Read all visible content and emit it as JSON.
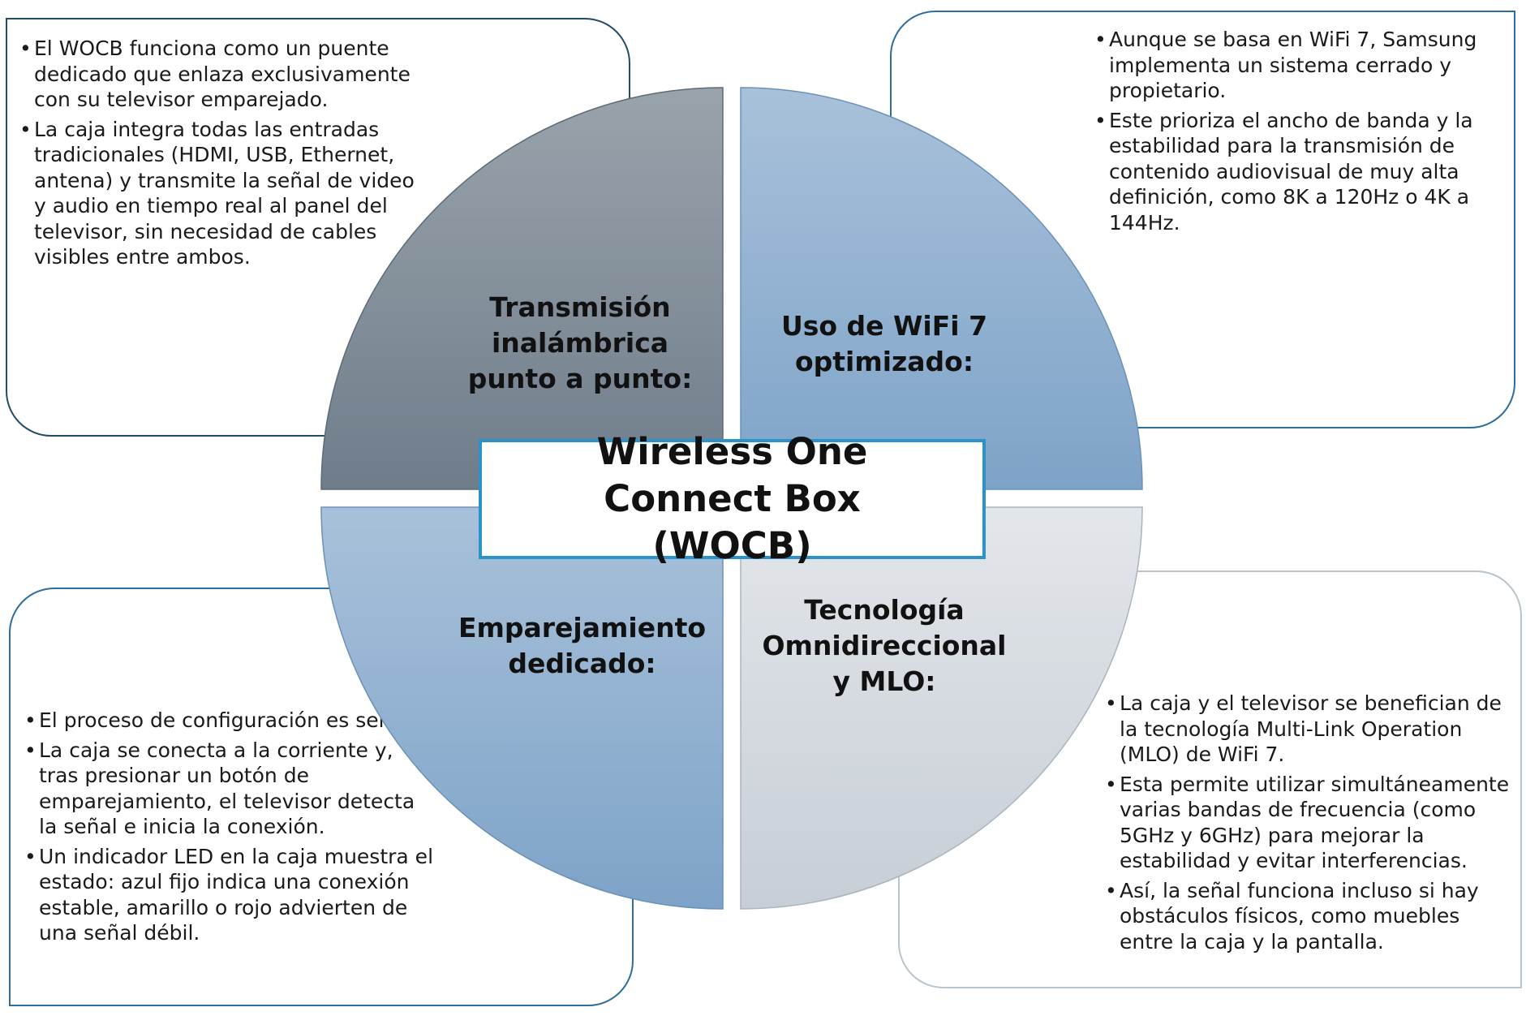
{
  "center": {
    "title": "Wireless One Connect Box (WOCB)"
  },
  "segments": {
    "top_left": {
      "label": "Transmisión inalámbrica punto a punto:"
    },
    "top_right": {
      "label": "Uso de WiFi 7 optimizado:"
    },
    "bottom_left": {
      "label": "Emparejamiento dedicado:"
    },
    "bottom_right": {
      "label": "Tecnología Omnidireccional y MLO:"
    }
  },
  "cards": {
    "top_left": {
      "bullets": [
        "El WOCB funciona como un puente dedicado que enlaza exclusivamente con su televisor emparejado.",
        "La caja integra todas las entradas tradicionales (HDMI, USB, Ethernet, antena) y transmite la señal de video y audio en tiempo real al panel del televisor, sin necesidad de cables visibles entre ambos."
      ]
    },
    "top_right": {
      "bullets": [
        "Aunque se basa en WiFi 7, Samsung implementa un sistema cerrado y propietario.",
        "Este prioriza el ancho de banda y la estabilidad para la transmisión de contenido audiovisual de muy alta definición, como 8K a 120Hz o 4K a 144Hz."
      ]
    },
    "bottom_left": {
      "bullets": [
        "El proceso de configuración es sencillo.",
        "La caja se conecta a la corriente y, tras presionar un botón de emparejamiento, el televisor detecta la señal e inicia la conexión.",
        "Un indicador LED en la caja muestra el estado: azul fijo indica una conexión estable, amarillo o rojo advierten de una señal débil."
      ]
    },
    "bottom_right": {
      "bullets": [
        "La caja y el televisor se benefician de la tecnología Multi-Link Operation (MLO) de WiFi 7.",
        "Esta permite utilizar simultáneamente varias bandas de frecuencia (como 5GHz y 6GHz) para mejorar la estabilidad y evitar interferencias.",
        "Así, la señal funciona incluso si hay obstáculos físicos, como muebles entre la caja y la pantalla."
      ]
    }
  },
  "colors": {
    "gray_top": "#9aa3ab",
    "gray_bottom": "#6f7d8b",
    "blue_top": "#a8c1da",
    "blue_bottom": "#7ea3c8",
    "light_top": "#e3e6ea",
    "light_bottom": "#c7ced6",
    "center_border": "#2a93c9"
  }
}
